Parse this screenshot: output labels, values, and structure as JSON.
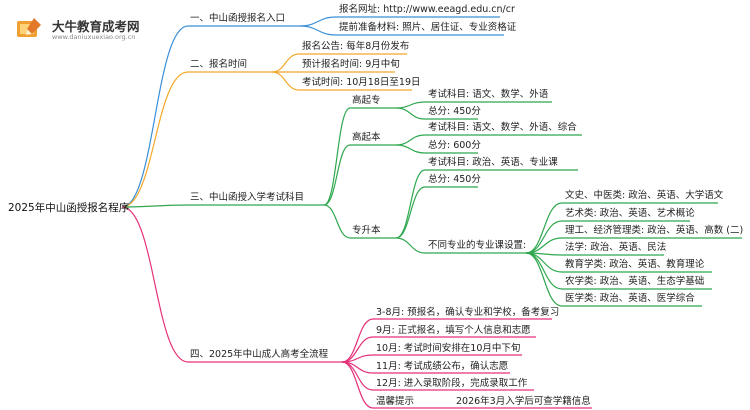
{
  "brand": {
    "name": "大牛教育成考网",
    "url": "www.daniuxuexiao.org.cn",
    "logo_icon": "book-pencil-icon"
  },
  "root": "2025年中山函授报名程序",
  "colors": {
    "blue": "#3b8fd8",
    "orange": "#f3a82a",
    "green": "#2fa84f",
    "pink": "#e5307a"
  },
  "branches": {
    "b1": {
      "label": "一、中山函授报名入口",
      "children": [
        "报名网址: http://www.eeagd.edu.cn/cr",
        "提前准备材料: 照片、居住证、专业资格证"
      ]
    },
    "b2": {
      "label": "二、报名时间",
      "children": [
        "报名公告: 每年8月份发布",
        "预计报名时间: 9月中旬",
        "考试时间: 10月18日至19日"
      ]
    },
    "b3": {
      "label": "三、中山函授入学考试科目",
      "gqz": {
        "label": "高起专",
        "children": [
          "考试科目: 语文、数学、外语",
          "总分: 450分"
        ]
      },
      "gqb": {
        "label": "高起本",
        "children": [
          "考试科目: 语文、数学、外语、综合",
          "总分: 600分"
        ]
      },
      "zsb": {
        "label": "专升本",
        "subjects": "考试科目: 政治、英语、专业课",
        "total": "总分: 450分",
        "major_label": "不同专业的专业课设置:",
        "majors": [
          "文史、中医类: 政治、英语、大学语文",
          "艺术类: 政治、英语、艺术概论",
          "理工、经济管理类: 政治、英语、高数 (二)",
          "法学: 政治、英语、民法",
          "教育学类: 政治、英语、教育理论",
          "农学类: 政治、英语、生态学基础",
          "医学类: 政治、英语、医学综合"
        ]
      }
    },
    "b4": {
      "label": "四、2025年中山成人高考全流程",
      "children": [
        "3-8月: 预报名，确认专业和学校，备考复习",
        "9月: 正式报名，填写个人信息和志愿",
        "10月: 考试时间安排在10月中下旬",
        "11月: 考试成绩公布，确认志愿",
        "12月: 进入录取阶段，完成录取工作"
      ],
      "tip_label": "温馨提示",
      "tip_text": "2026年3月入学后可查学籍信息"
    }
  }
}
